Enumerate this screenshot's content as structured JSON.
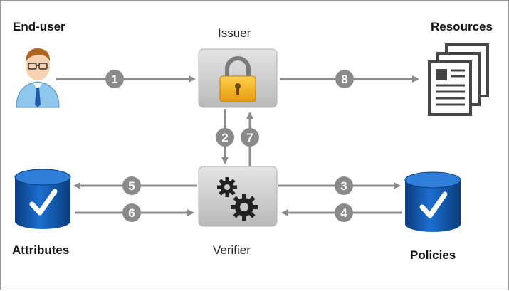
{
  "labels": {
    "end_user": "End-user",
    "issuer": "Issuer",
    "resources": "Resources",
    "attributes": "Attributes",
    "verifier": "Verifier",
    "policies": "Policies"
  },
  "steps": {
    "s1": "1",
    "s2": "2",
    "s3": "3",
    "s4": "4",
    "s5": "5",
    "s6": "6",
    "s7": "7",
    "s8": "8"
  },
  "icons": {
    "end_user": "user-avatar-icon",
    "issuer": "padlock-icon",
    "resources": "documents-icon",
    "attributes": "database-check-icon",
    "verifier": "gears-icon",
    "policies": "database-check-icon"
  },
  "colors": {
    "arrow": "#8c8c8c",
    "step_badge": "#8a8a8a",
    "node_box": "#c9c9c9",
    "database": "#0d4f9e",
    "lock_body": "#f3b41b"
  }
}
